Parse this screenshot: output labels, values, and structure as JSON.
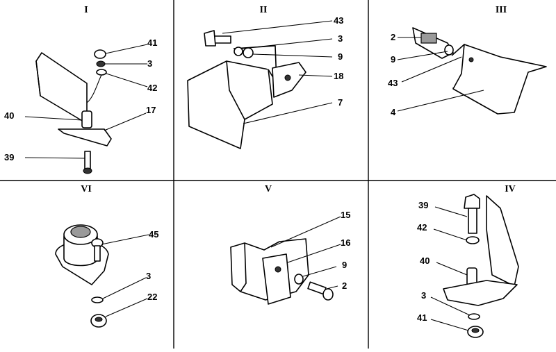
{
  "panels": [
    {
      "id": "I",
      "title": "I",
      "labels": [
        "41",
        "3",
        "42",
        "40",
        "17",
        "39"
      ]
    },
    {
      "id": "II",
      "title": "II",
      "labels": [
        "43",
        "3",
        "9",
        "18",
        "7"
      ]
    },
    {
      "id": "III",
      "title": "III",
      "labels": [
        "2",
        "9",
        "43",
        "4"
      ]
    },
    {
      "id": "VI",
      "title": "VI",
      "labels": [
        "45",
        "3",
        "22"
      ]
    },
    {
      "id": "V",
      "title": "V",
      "labels": [
        "15",
        "16",
        "9",
        "2"
      ]
    },
    {
      "id": "IV",
      "title": "IV",
      "labels": [
        "39",
        "42",
        "40",
        "3",
        "41"
      ]
    }
  ]
}
